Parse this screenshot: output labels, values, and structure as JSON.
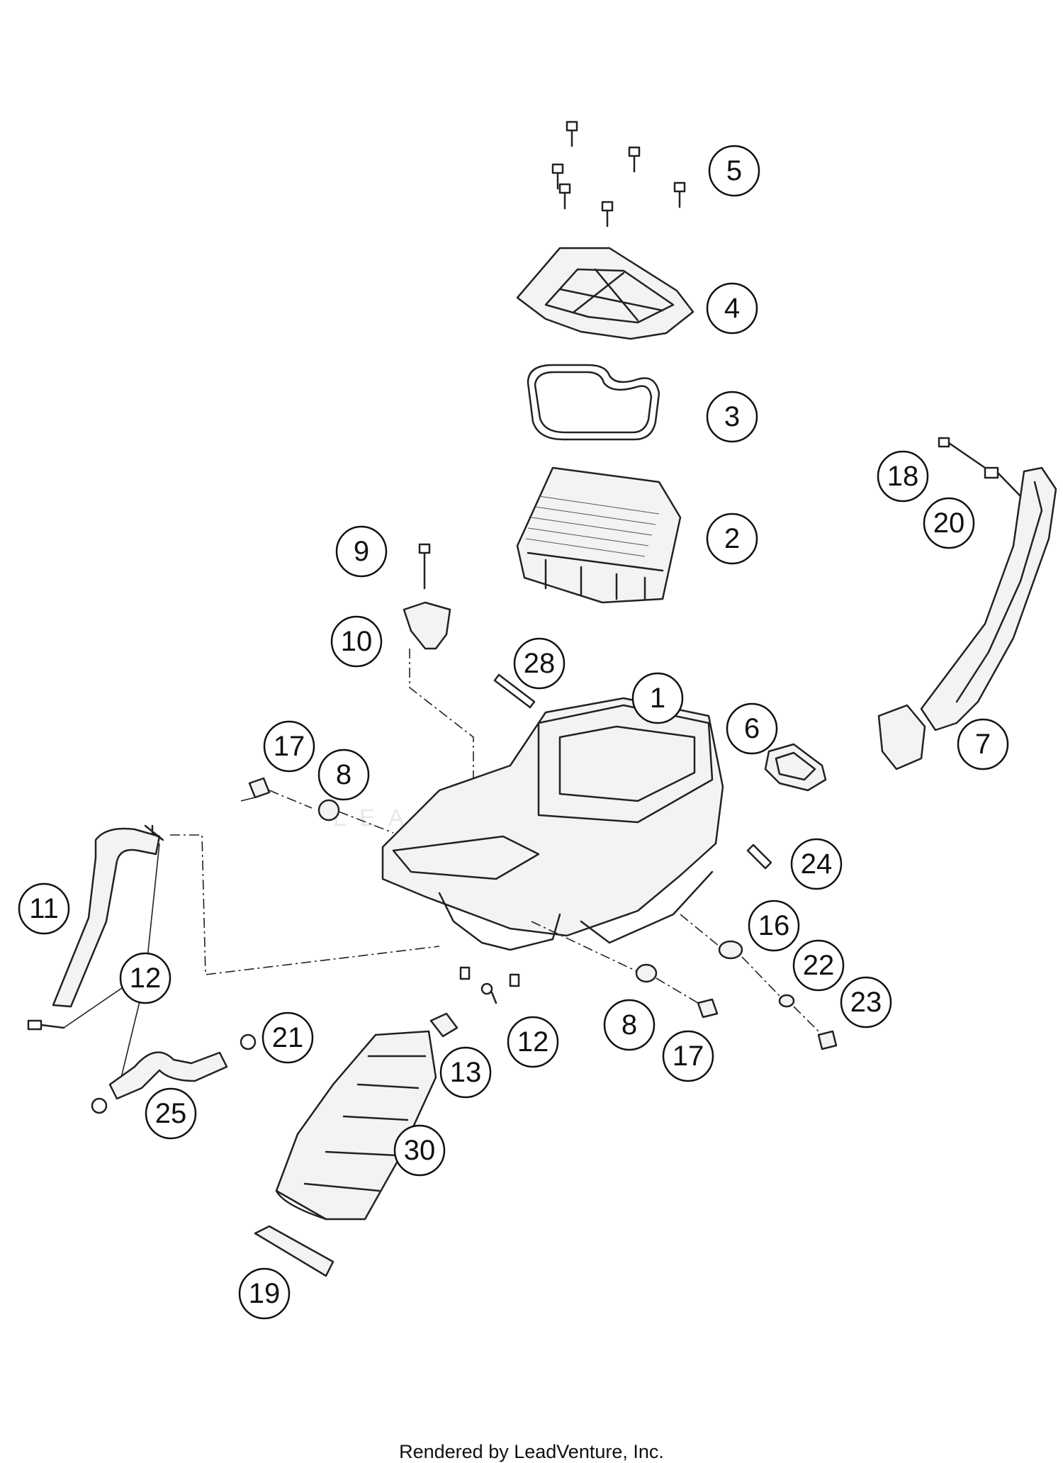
{
  "callouts": [
    {
      "label": "5"
    },
    {
      "label": "4"
    },
    {
      "label": "3"
    },
    {
      "label": "2"
    },
    {
      "label": "18"
    },
    {
      "label": "20"
    },
    {
      "label": "9"
    },
    {
      "label": "10"
    },
    {
      "label": "28"
    },
    {
      "label": "1"
    },
    {
      "label": "6"
    },
    {
      "label": "7"
    },
    {
      "label": "17"
    },
    {
      "label": "8"
    },
    {
      "label": "24"
    },
    {
      "label": "11"
    },
    {
      "label": "16"
    },
    {
      "label": "12"
    },
    {
      "label": "22"
    },
    {
      "label": "23"
    },
    {
      "label": "8"
    },
    {
      "label": "21"
    },
    {
      "label": "12"
    },
    {
      "label": "17"
    },
    {
      "label": "13"
    },
    {
      "label": "25"
    },
    {
      "label": "30"
    },
    {
      "label": "19"
    }
  ],
  "watermark": "LEADVENTURE",
  "footer": "Rendered by LeadVenture, Inc."
}
